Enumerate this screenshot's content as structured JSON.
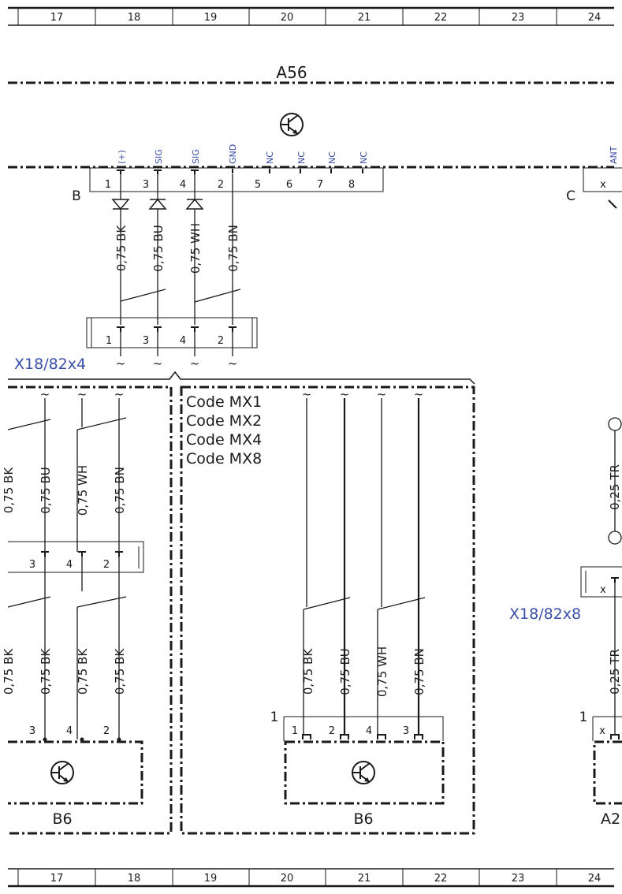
{
  "grid_columns": [
    "17",
    "18",
    "19",
    "20",
    "21",
    "22",
    "23",
    "24"
  ],
  "a56": {
    "title": "A56",
    "connector_b": "B",
    "connector_c": "C",
    "connector_c_pin": "x",
    "pin_signals": [
      "(+)",
      "SIG",
      "SIG",
      "GND",
      "NC",
      "NC",
      "NC",
      "NC"
    ],
    "pin_numbers": [
      "1",
      "3",
      "4",
      "2",
      "5",
      "6",
      "7",
      "8"
    ],
    "antenna_signal": "ANT"
  },
  "wires_top": [
    "0,75 BK",
    "0,75 BU",
    "0,75 WH",
    "0,75 BN"
  ],
  "x18_82x4": {
    "label": "X18/82x4",
    "pins": [
      "1",
      "3",
      "4",
      "2"
    ]
  },
  "left_variant": {
    "wires_upper": [
      "0,75 BK",
      "0,75 BU",
      "0,75 WH",
      "0,75 BN"
    ],
    "connector_pins": [
      "3",
      "4",
      "2"
    ],
    "wires_lower": [
      "0,75 BK",
      "0,75 BK",
      "0,75 BK",
      "0,75 BK"
    ],
    "b6_pins": [
      "3",
      "4",
      "2"
    ],
    "b6_label": "B6"
  },
  "code_variant": {
    "codes": [
      "Code MX1",
      "Code MX2",
      "Code MX4",
      "Code MX8"
    ],
    "wires": [
      "0,75 BK",
      "0,75 BU",
      "0,75 WH",
      "0,75 BN"
    ],
    "connector_number": "1",
    "b6_pins": [
      "1",
      "2",
      "4",
      "3"
    ],
    "b6_label": "B6"
  },
  "x18_82x8": {
    "label": "X18/82x8",
    "wires": [
      "0,25 TR",
      "0,25 TR"
    ],
    "pin": "x",
    "connector_number": "1",
    "lower_pin": "x",
    "component_label": "A2"
  }
}
